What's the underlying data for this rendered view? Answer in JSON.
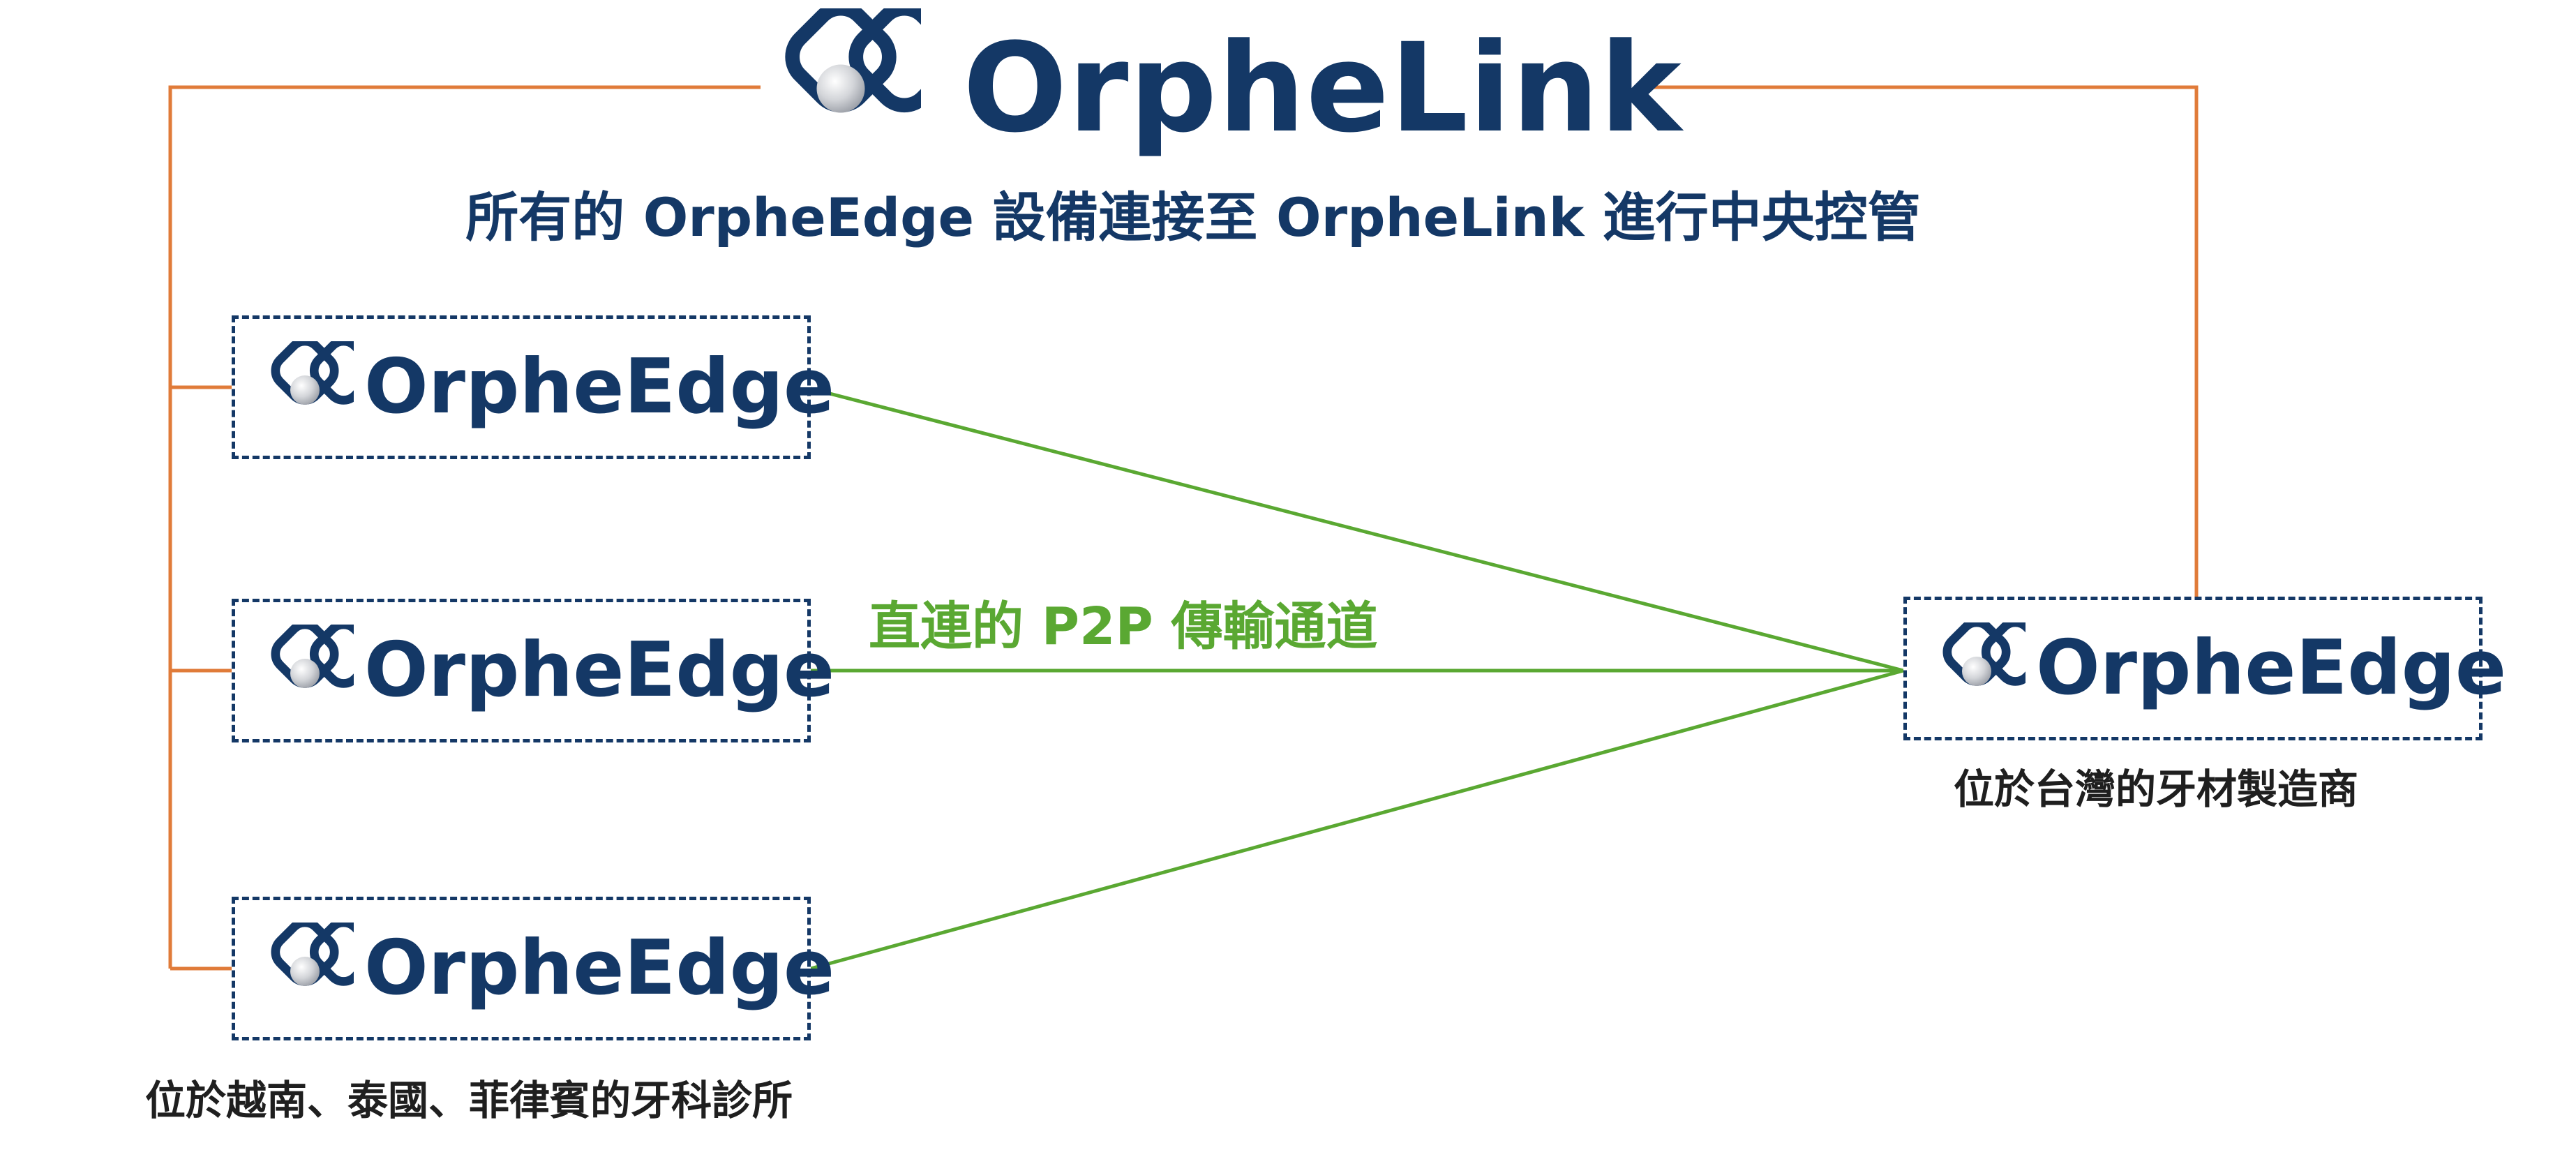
{
  "header": {
    "brand_name": "OrpheLink",
    "subtitle": "所有的 OrpheEdge 設備連接至 OrpheLink 進行中央控管"
  },
  "clinic_nodes": [
    {
      "label": "OrpheEdge"
    },
    {
      "label": "OrpheEdge"
    },
    {
      "label": "OrpheEdge"
    }
  ],
  "clinic_caption": "位於越南、泰國、菲律賓的牙科診所",
  "manufacturer_node": {
    "label": "OrpheEdge",
    "caption": "位於台灣的牙材製造商"
  },
  "p2p_label": "直連的 P2P 傳輸通道",
  "colors": {
    "navy": "#143866",
    "orange": "#E07B39",
    "green": "#5AA832",
    "sphere": "#C8CBD0"
  }
}
